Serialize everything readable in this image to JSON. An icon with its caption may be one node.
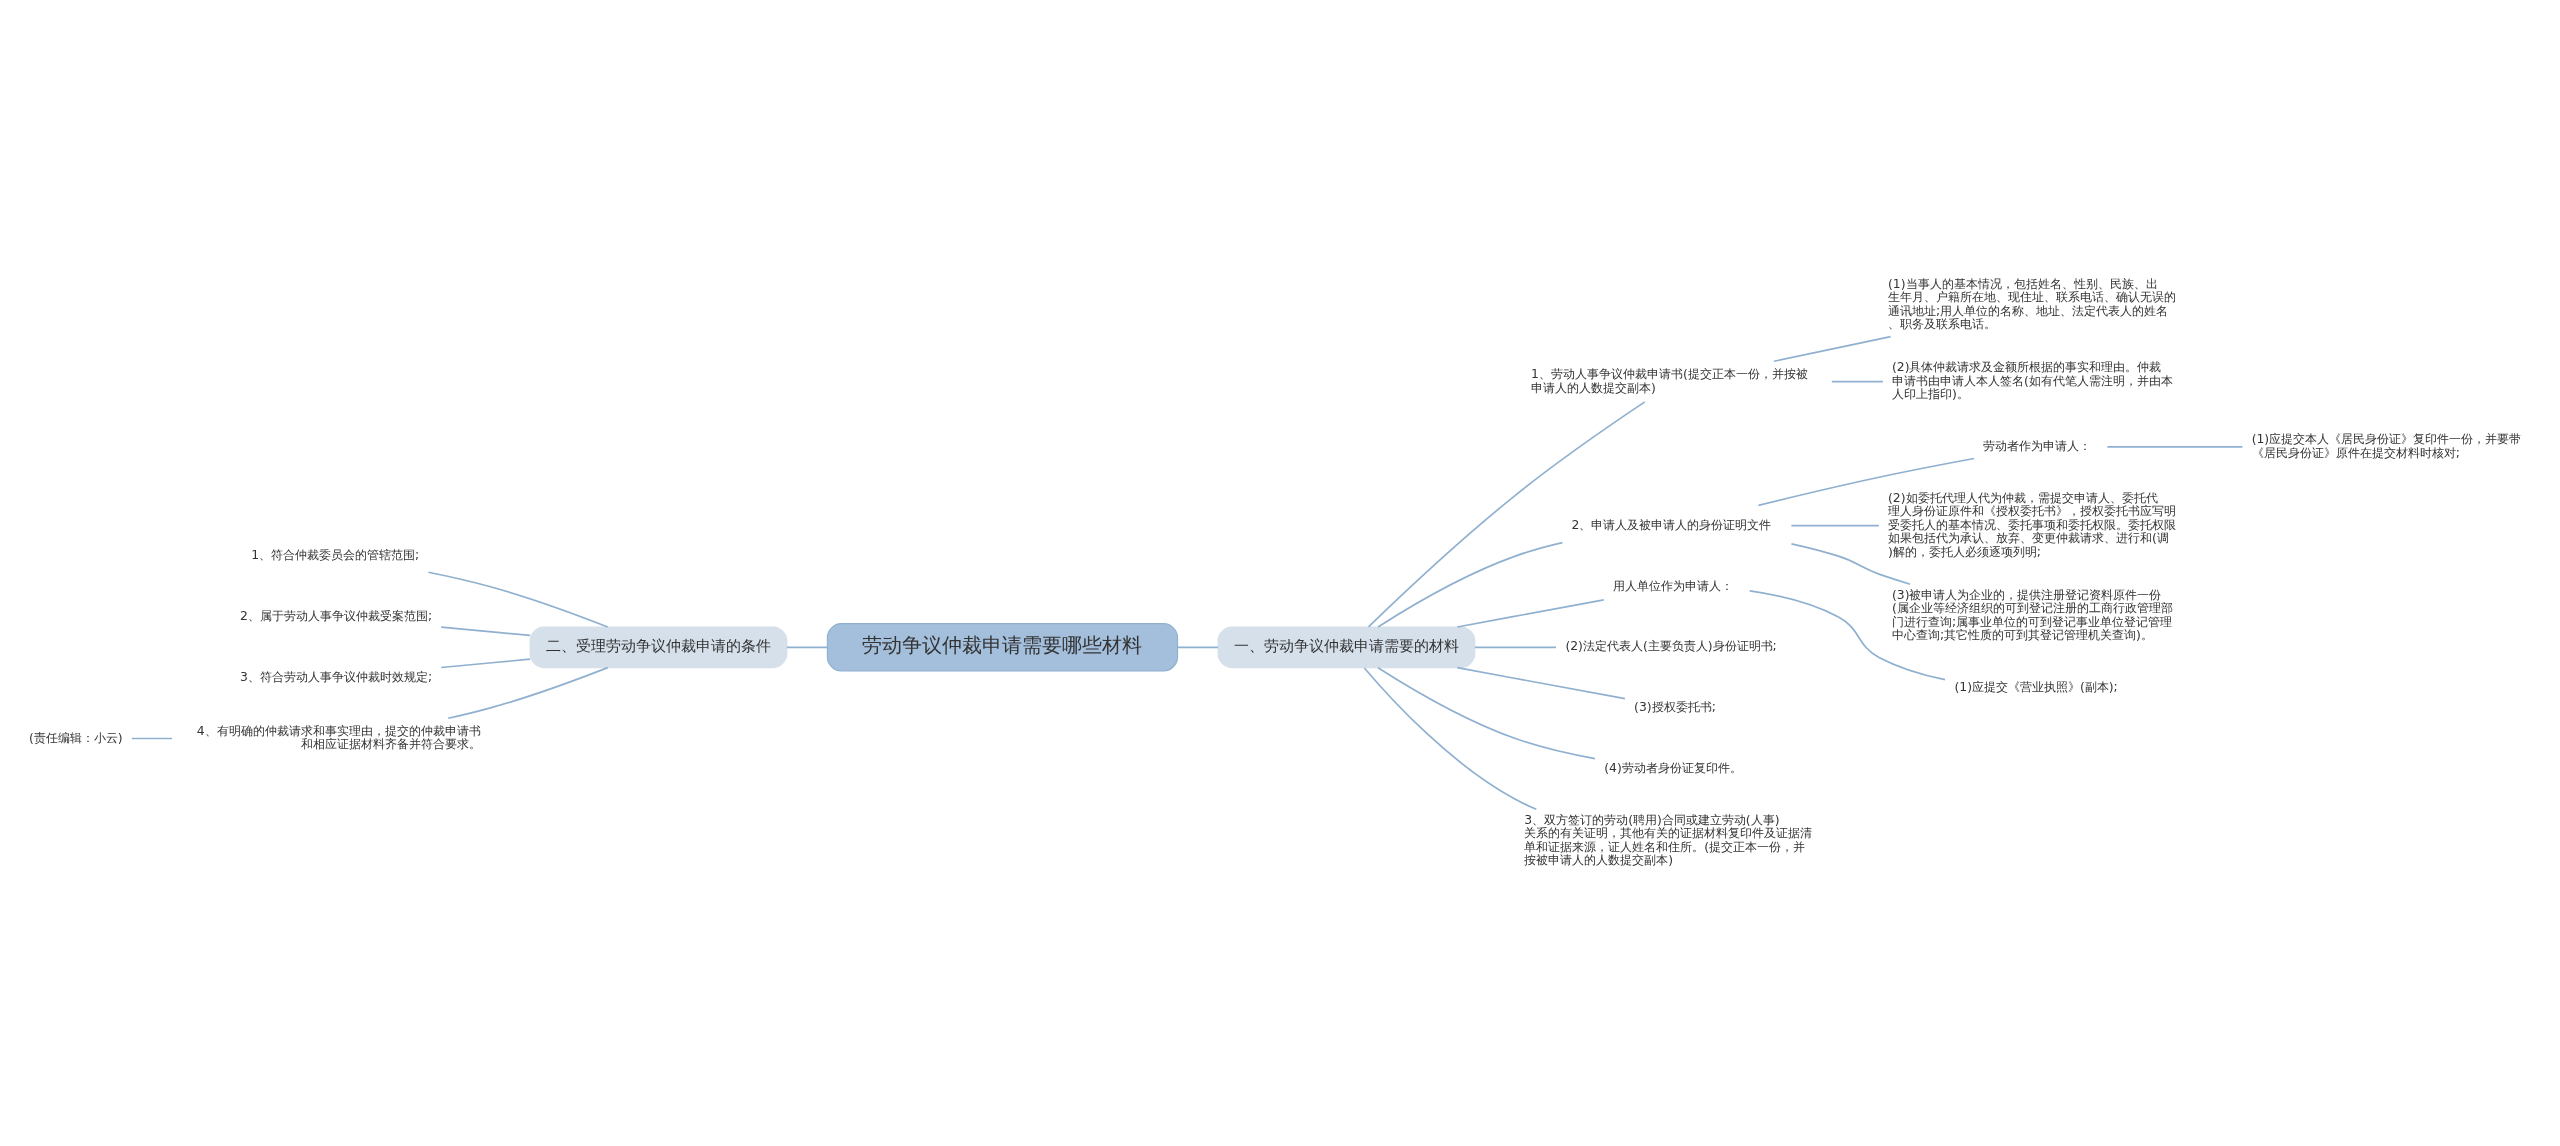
{
  "diagram": {
    "nodes": [
      {
        "text": [
          "劳动争议仲裁申请需要哪些材料"
        ]
      },
      {
        "text": [
          "一、劳动争议仲裁申请需要的材料"
        ]
      },
      {
        "text": [
          "1、劳动人事争议仲裁申请书(提交正本一份，并按被申请人的人数提交副本)"
        ]
      },
      {
        "text": [
          "(1)当事人的基本情况，包括姓名、性别、民族、出生年月、户籍所在地、现住址、联系电话、确认无误的通讯地址;用人单位的名称、地址、法定代表人的姓名、职务及联系电话。"
        ]
      },
      {
        "text": [
          "(2)具体仲裁请求及金额所根据的事实和理由。仲裁申请书由申请人本人签名(如有代笔人需注明，并由本人印上指印)。"
        ]
      },
      {
        "text": [
          "2、申请人及被申请人的身份证明文件"
        ]
      },
      {
        "text": [
          "劳动者作为申请人："
        ]
      },
      {
        "text": [
          "(1)应提交本人《居民身份证》复印件一份，并要带《居民身份证》原件在提交材料时核对;"
        ]
      },
      {
        "text": [
          "(2)如委托代理人代为仲裁，需提交申请人、委托代理人身份证原件和《授权委托书》，授权委托书应写明受委托人的基本情况、委托事项和委托权限。委托权限如果包括代为承认、放弃、变更仲裁请求、进行和(调)解的，委托人必须逐项列明;"
        ]
      },
      {
        "text": [
          "(3)被申请人为企业的，提供注册登记资料原件一份(属企业等经济组织的可到登记注册的工商行政管理部门进行查询;属事业单位的可到登记事业单位登记管理中心查询;其它性质的可到其登记管理机关查询)。"
        ]
      },
      {
        "text": [
          "用人单位作为申请人："
        ]
      },
      {
        "text": [
          "(1)应提交《营业执照》(副本);"
        ]
      },
      {
        "text": [
          "(2)法定代表人(主要负责人)身份证明书;"
        ]
      },
      {
        "text": [
          "(3)授权委托书;"
        ]
      },
      {
        "text": [
          "(4)劳动者身份证复印件。"
        ]
      },
      {
        "text": [
          "3、双方签订的劳动(聘用)合同或建立劳动(人事)关系的有关证明，其他有关的证据材料复印件及证据清单和证据来源，证人姓名和住所。(提交正本一份，并按被申请人的人数提交副本)"
        ]
      },
      {
        "text": [
          "二、受理劳动争议仲裁申请的条件"
        ]
      },
      {
        "text": [
          "1、符合仲裁委员会的管辖范围;"
        ]
      },
      {
        "text": [
          "2、属于劳动人事争议仲裁受案范围;"
        ]
      },
      {
        "text": [
          "3、符合劳动人事争议仲裁时效规定;"
        ]
      },
      {
        "text": [
          "4、有明确的仲裁请求和事实理由，提交的仲裁申请书和相应证据材料齐备并符合要求。"
        ]
      },
      {
        "text": [
          "(责任编辑：小云)"
        ]
      }
    ],
    "edges": [
      {
        "from": 0,
        "to": 1,
        "arrow": "none"
      },
      {
        "from": 1,
        "to": 2,
        "arrow": "none"
      },
      {
        "from": 2,
        "to": 3,
        "arrow": "none"
      },
      {
        "from": 2,
        "to": 4,
        "arrow": "none"
      },
      {
        "from": 1,
        "to": 5,
        "arrow": "none"
      },
      {
        "from": 5,
        "to": 6,
        "arrow": "none"
      },
      {
        "from": 6,
        "to": 7,
        "arrow": "none"
      },
      {
        "from": 5,
        "to": 8,
        "arrow": "none"
      },
      {
        "from": 5,
        "to": 9,
        "arrow": "none"
      },
      {
        "from": 1,
        "to": 10,
        "arrow": "none"
      },
      {
        "from": 10,
        "to": 11,
        "arrow": "none"
      },
      {
        "from": 1,
        "to": 12,
        "arrow": "none"
      },
      {
        "from": 1,
        "to": 13,
        "arrow": "none"
      },
      {
        "from": 1,
        "to": 14,
        "arrow": "none"
      },
      {
        "from": 1,
        "to": 15,
        "arrow": "none"
      },
      {
        "from": 0,
        "to": 16,
        "arrow": "none"
      },
      {
        "from": 16,
        "to": 17,
        "arrow": "none"
      },
      {
        "from": 16,
        "to": 18,
        "arrow": "none"
      },
      {
        "from": 16,
        "to": 19,
        "arrow": "none"
      },
      {
        "from": 16,
        "to": 20,
        "arrow": "none"
      },
      {
        "from": 20,
        "to": 21,
        "arrow": "none"
      }
    ]
  }
}
